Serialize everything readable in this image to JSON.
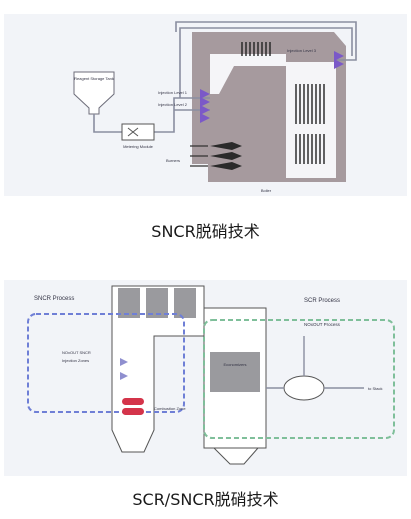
{
  "figure_1": {
    "caption": "SNCR脱硝技术",
    "labels": {
      "reagent_tank": "Reagent Storage Tank",
      "injection_level_1": "Injection Level 1",
      "injection_level_2": "Injection Level 2",
      "injection_level_3": "Injection Level 3",
      "metering_module": "Metering Module",
      "burners": "Burners",
      "boiler": "Boiler"
    }
  },
  "figure_2": {
    "caption": "SCR/SNCR脱硝技术",
    "labels": {
      "sncr_process": "SNCR Process",
      "scr_process": "SCR Process",
      "noxout_sncr": "NOxOUT SNCR",
      "injection_zones": "Injection Zones",
      "noxout_process": "NOxOUT Process",
      "economizers": "Economizers",
      "combustion_zone": "Combustion Zone",
      "to_stack": "to Stack"
    }
  },
  "colors": {
    "scan_bg": "#f2f4f8",
    "boiler_gray": "#a69a9e",
    "injector_purple": "#7b59c8",
    "dash_blue": "#6f7fd6",
    "dash_green": "#7fbf9a",
    "burner_red": "#d4344a"
  }
}
